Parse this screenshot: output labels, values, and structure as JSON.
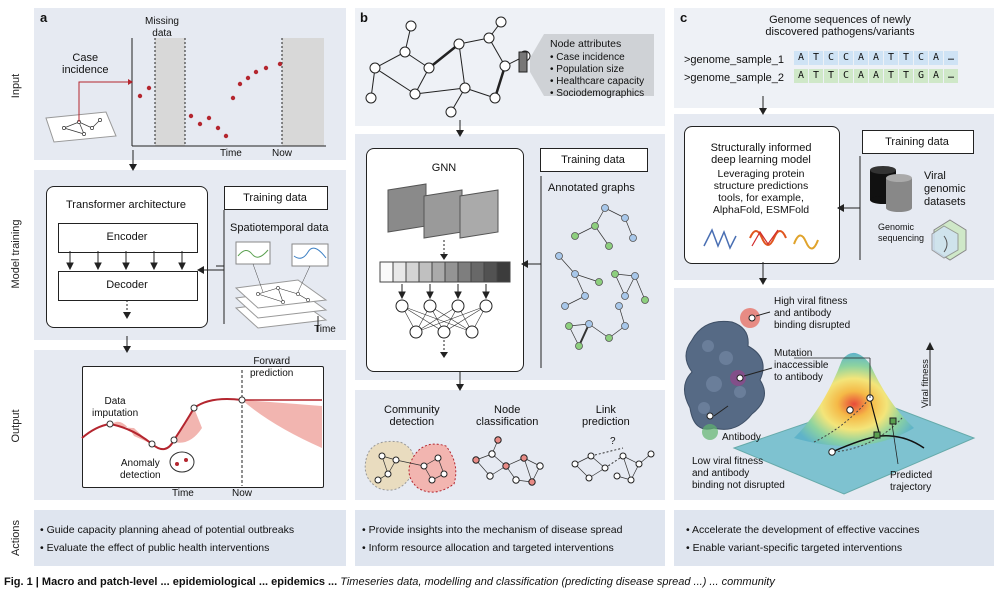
{
  "rows": {
    "input": "Input",
    "training": "Model training",
    "output": "Output",
    "actions": "Actions"
  },
  "panel_labels": {
    "a": "a",
    "b": "b",
    "c": "c"
  },
  "a": {
    "missing_data": "Missing\ndata",
    "case_incidence": "Case\nincidence",
    "time": "Time",
    "now": "Now",
    "transformer": "Transformer architecture",
    "encoder": "Encoder",
    "decoder": "Decoder",
    "training_data": "Training data",
    "spatiotemporal": "Spatiotemporal data",
    "time_axis": "Time",
    "forward_prediction": "Forward\nprediction",
    "data_imputation": "Data\nimputation",
    "anomaly_detection": "Anomaly\ndetection",
    "out_time": "Time",
    "out_now": "Now",
    "actions": [
      "• Guide capacity planning ahead of potential outbreaks",
      "• Evaluate the effect of public health interventions"
    ]
  },
  "b": {
    "node_attributes_title": "Node attributes",
    "node_attributes": [
      "• Case incidence",
      "• Population size",
      "• Healthcare capacity",
      "• Sociodemographics"
    ],
    "gnn": "GNN",
    "training_data": "Training data",
    "annotated_graphs": "Annotated graphs",
    "community_detection": "Community\ndetection",
    "node_classification": "Node\nclassification",
    "link_prediction": "Link\nprediction",
    "question_mark": "?",
    "actions": [
      "• Provide insights into the mechanism of disease spread",
      "• Inform resource allocation and targeted interventions"
    ]
  },
  "c": {
    "genome_title": "Genome sequences of newly\ndiscovered pathogens/variants",
    "samples": [
      {
        "name": ">genome_sample_1",
        "bases": [
          "A",
          "T",
          "C",
          "C",
          "A",
          "A",
          "T",
          "T",
          "C",
          "A",
          "…"
        ],
        "color": "#cfe3f5"
      },
      {
        "name": ">genome_sample_2",
        "bases": [
          "A",
          "T",
          "T",
          "C",
          "A",
          "A",
          "T",
          "T",
          "G",
          "A",
          "…"
        ],
        "color": "#cfe8c8"
      }
    ],
    "model_text": "Structurally informed\ndeep learning model",
    "leveraging": "Leveraging protein\nstructure predictions\ntools, for example,\nAlphaFold, ESMFold",
    "training_data": "Training data",
    "viral_datasets": "Viral\ngenomic\ndatasets",
    "genomic_sequencing": "Genomic\nsequencing",
    "high_fitness": "High viral fitness\nand antibody\nbinding disrupted",
    "mutation": "Mutation\ninaccessible\nto antibody",
    "antibody": "Antibody",
    "low_fitness": "Low viral fitness\nand antibody\nbinding not disrupted",
    "predicted": "Predicted\ntrajectory",
    "viral_fitness": "Viral fitness",
    "actions": [
      "• Accelerate the development of effective vaccines",
      "• Enable variant-specific targeted interventions"
    ]
  },
  "caption": {
    "bold": "Fig. 1 | Macro and patch-level ... epidemiological ... epidemics ...",
    "italic": "Timeseries data, modelling and classification (predicting disease spread ...) ... community"
  },
  "colors": {
    "panel": "#e6eaf2",
    "red": "#b4262f",
    "red_fill": "#f2b5b0",
    "green": "#8dcf7e",
    "blue": "#a7c7ea"
  }
}
